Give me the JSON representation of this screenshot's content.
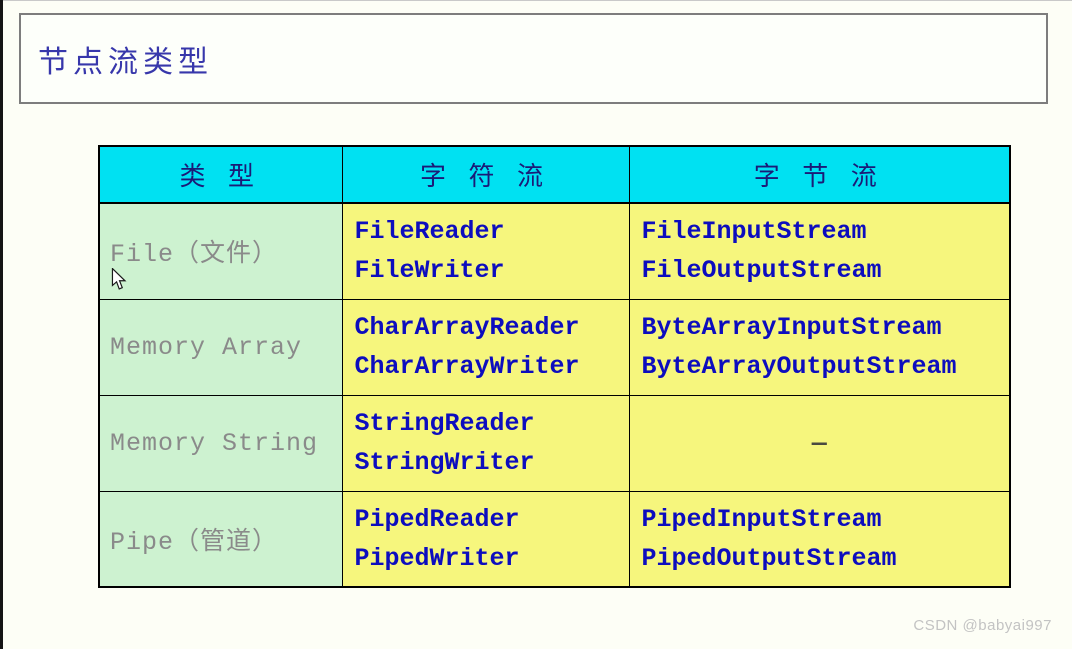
{
  "page": {
    "title": "节点流类型",
    "watermark": "CSDN @babyai997"
  },
  "table": {
    "headers": [
      "类 型",
      "字 符 流",
      "字 节 流"
    ],
    "rows": [
      {
        "type": "File（文件）",
        "char_streams": [
          "FileReader",
          "FileWriter"
        ],
        "byte_streams": [
          "FileInputStream",
          "FileOutputStream"
        ]
      },
      {
        "type": "Memory Array",
        "char_streams": [
          "CharArrayReader",
          "CharArrayWriter"
        ],
        "byte_streams": [
          "ByteArrayInputStream",
          "ByteArrayOutputStream"
        ]
      },
      {
        "type": "Memory String",
        "char_streams": [
          "StringReader",
          "StringWriter"
        ],
        "byte_streams": [
          "—"
        ]
      },
      {
        "type": "Pipe（管道）",
        "char_streams": [
          "PipedReader",
          "PipedWriter"
        ],
        "byte_streams": [
          "PipedInputStream",
          "PipedOutputStream"
        ]
      }
    ]
  },
  "icons": {
    "cursor": "mouse-pointer-icon"
  },
  "colors": {
    "page_background": "#fdfef6",
    "header_background": "#00e1f2",
    "header_text": "#1b1b77",
    "type_cell_background": "#cdf2d0",
    "type_cell_text": "#8a8a8a",
    "code_cell_background": "#f6f67d",
    "code_text": "#0d0dbe",
    "title_text": "#3737ab",
    "table_border": "#000000",
    "watermark_text": "#c3c3c3"
  }
}
